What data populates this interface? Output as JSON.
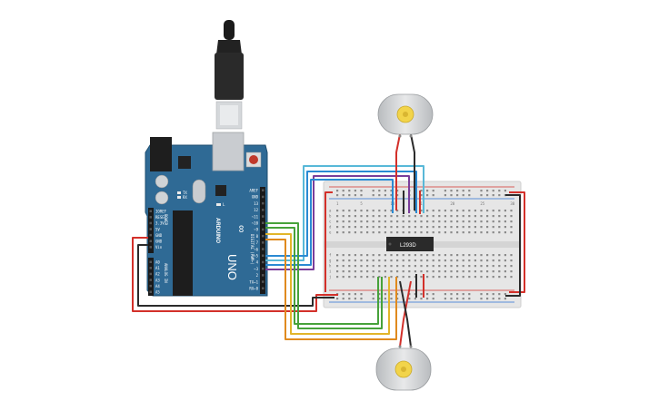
{
  "board": {
    "logo_symbol": "∞",
    "brand": "ARDUINO",
    "model": "UNO",
    "digital_header_title": "DIGITAL (PWM~)",
    "analog_header_title": "ANALOG IN",
    "power_header_title": "POWER",
    "tx_label": "TX",
    "rx_label": "RX",
    "l_label": "L",
    "on_label": "ON",
    "digital_pins": [
      "AREF",
      "GND",
      "13",
      "12",
      "~11",
      "~10",
      "~9",
      "8",
      "7",
      "~6",
      "~5",
      "4",
      "~3",
      "2",
      "TX→1",
      "RX←0"
    ],
    "power_pins": [
      "IOREF",
      "RESET",
      "3.3V",
      "5V",
      "GND",
      "GND",
      "Vin"
    ],
    "analog_pins": [
      "A0",
      "A1",
      "A2",
      "A3",
      "A4",
      "A5"
    ]
  },
  "chip": {
    "label": "L293D"
  },
  "breadboard": {
    "row_letters_top": [
      "a",
      "b",
      "c",
      "d",
      "e"
    ],
    "row_letters_bottom": [
      "f",
      "g",
      "h",
      "i",
      "j"
    ],
    "column_numbers": [
      "1",
      "5",
      "10",
      "15",
      "20",
      "25",
      "30"
    ]
  },
  "colors": {
    "board": "#2f6a95",
    "wire_red": "#d3302a",
    "wire_black": "#2b2b2b",
    "wire_green": "#47a23a",
    "wire_yellow": "#e2b52a",
    "wire_orange": "#e08a1e",
    "wire_purple": "#7a3d9a",
    "wire_blue": "#2a8ad3",
    "wire_cyan": "#58b8d8",
    "motor_shaft": "#f2d44a"
  }
}
